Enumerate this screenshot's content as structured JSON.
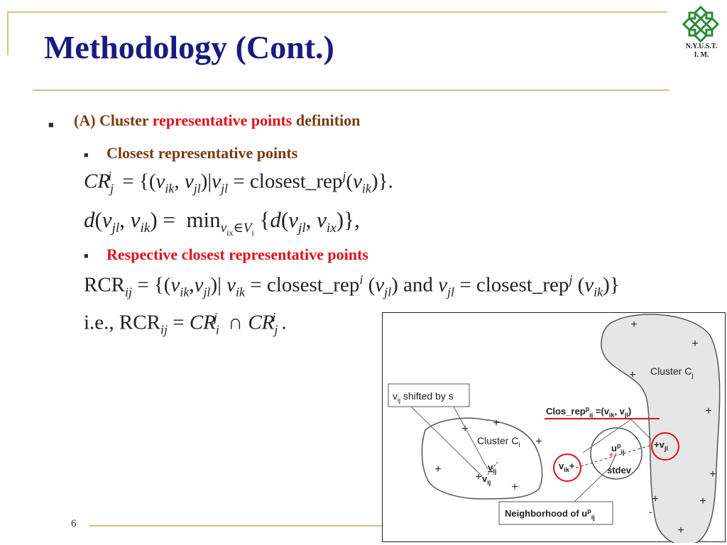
{
  "title": "Methodology (Cont.)",
  "logo": {
    "label_line1": "N.Y.U.S.T.",
    "label_line2": "I. M."
  },
  "bullets": {
    "main": {
      "part1": "(A) Cluster ",
      "part2": "representative points",
      "part3": " definition"
    },
    "sub1": "Closest representative points",
    "sub2": "Respective closest representative points"
  },
  "slide_number": "6",
  "figure": {
    "cluster_i_label": "Cluster C",
    "cluster_i_sub": "i",
    "cluster_j_label": "Cluster C",
    "cluster_j_sub": "j",
    "shift_box": {
      "v": "v",
      "v_sub": "ij",
      "rest": " shifted by s"
    },
    "closrep": {
      "a": "Clos_rep",
      "a_sup": "p",
      "a_sub": "ij",
      "b": " =(v",
      "b_sub": "ik",
      "c": ", v",
      "c_sub": "jl",
      "d": ")"
    },
    "neighborhood": {
      "a": "Neighborhood of u",
      "a_sup": "p",
      "a_sub": "ij"
    },
    "u": "u",
    "u_sup": "p",
    "u_sub": "ij",
    "stdev": "stdev",
    "vik": "v",
    "vik_sub": "ik",
    "vjl": "v",
    "vjl_sub": "jl",
    "vij": "v",
    "vij_sub": "ij",
    "plus": "+",
    "minus": "-",
    "colors": {
      "highlight": "#e0101a",
      "cluster_j_fill": "#e6e6e6"
    }
  }
}
